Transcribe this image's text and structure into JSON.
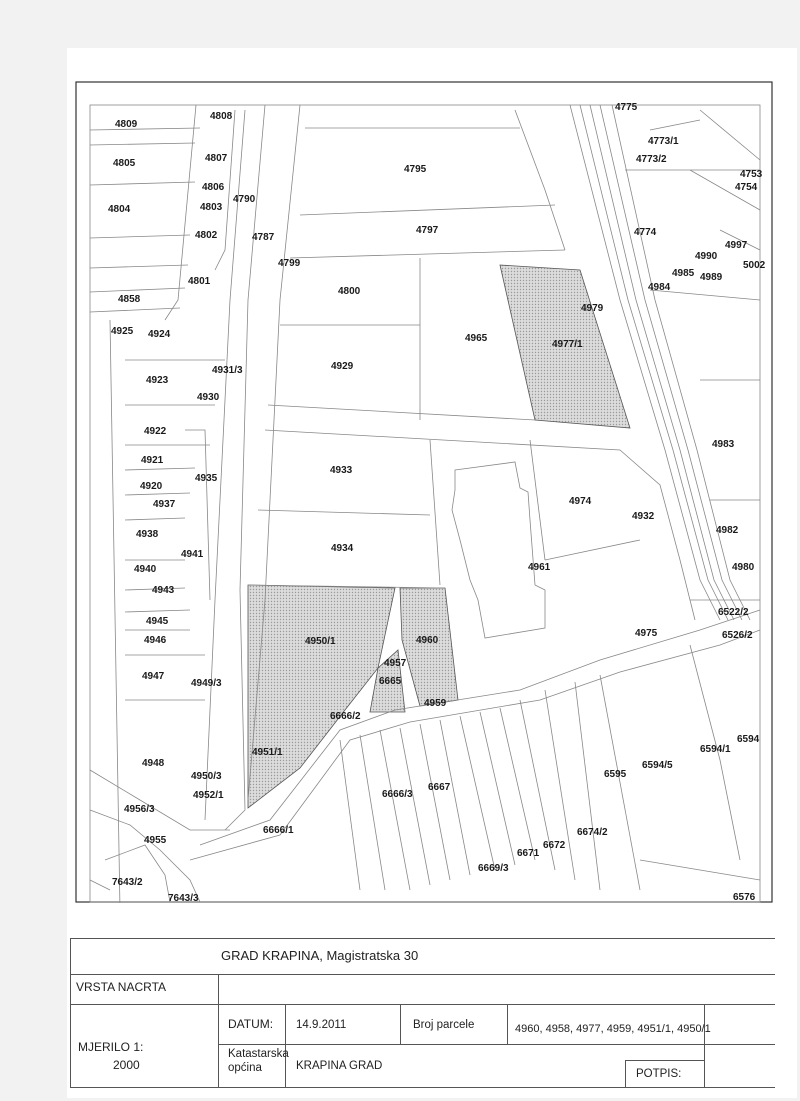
{
  "parcels": [
    "4775",
    "4808",
    "4809",
    "4805",
    "4807",
    "4806",
    "4790",
    "4803",
    "4804",
    "4802",
    "4787",
    "4799",
    "4801",
    "4858",
    "4795",
    "4797",
    "4800",
    "4773/1",
    "4773/2",
    "4753",
    "4754",
    "4774",
    "4997",
    "4990",
    "5002",
    "4985",
    "4989",
    "4984",
    "4979",
    "4965",
    "4977/1",
    "4925",
    "4924",
    "4929",
    "4931/3",
    "4923",
    "4930",
    "4983",
    "4922",
    "4921",
    "4933",
    "4935",
    "4920",
    "4937",
    "4974",
    "4932",
    "4938",
    "4982",
    "4941",
    "4934",
    "4961",
    "4940",
    "4980",
    "4943",
    "6522/2",
    "4945",
    "4975",
    "6526/2",
    "4946",
    "4950/1",
    "4960",
    "4957",
    "4947",
    "4949/3",
    "6665",
    "4959",
    "6666/2",
    "6594",
    "4951/1",
    "6594/1",
    "4948",
    "6594/5",
    "6595",
    "4950/3",
    "6667",
    "6666/3",
    "4952/1",
    "4956/3",
    "6674/2",
    "6666/1",
    "6672",
    "4955",
    "6671",
    "6669/3",
    "7643/2",
    "6576",
    "7643/3"
  ],
  "title_block": {
    "title": "GRAD KRAPINA, Magistratska 30",
    "vrsta_nacrta_label": "VRSTA NACRTA",
    "mjerilo_label": "MJERILO  1:",
    "mjerilo_value": "2000",
    "datum_label": "DATUM:",
    "datum_value": "14.9.2011",
    "broj_parcele_label": "Broj parcele",
    "broj_parcele_value": "4960, 4958, 4977, 4959, 4951/1, 4950/1",
    "katastarska_label_1": "Katastarska",
    "katastarska_label_2": "općina",
    "katastarska_value": "KRAPINA GRAD",
    "potpis_label": "POTPIS:"
  }
}
